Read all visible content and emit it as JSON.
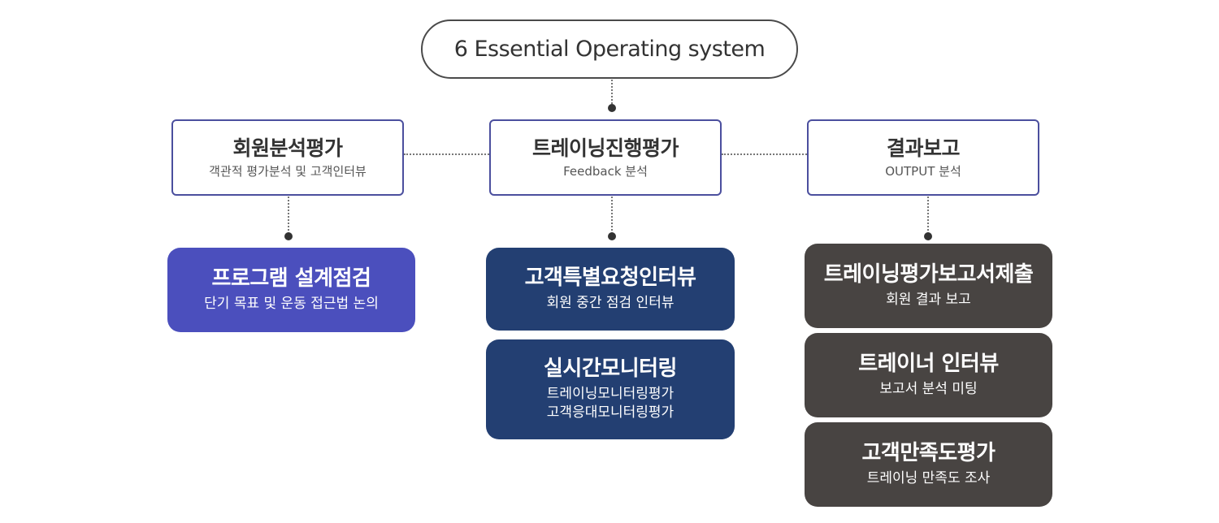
{
  "root": {
    "title": "6 Essential Operating system"
  },
  "colors": {
    "purple": "#4b4fbd",
    "navy": "#233f72",
    "dark_gray": "#484442",
    "box_border": "#4b4f9e",
    "connector": "#777777"
  },
  "categories": [
    {
      "title": "회원분석평가",
      "subtitle": "객관적 평가분석 및 고객인터뷰"
    },
    {
      "title": "트레이닝진행평가",
      "subtitle": "Feedback 분석"
    },
    {
      "title": "결과보고",
      "subtitle": "OUTPUT 분석"
    }
  ],
  "cards": {
    "program_design": {
      "title": "프로그램 설계점검",
      "subtitle": "단기 목표 및 운동 접근법 논의"
    },
    "customer_interview": {
      "title": "고객특별요청인터뷰",
      "subtitle": "회원 중간 점검 인터뷰"
    },
    "realtime_monitoring": {
      "title": "실시간모니터링",
      "lines": [
        "트레이닝모니터링평가",
        "고객응대모니터링평가"
      ]
    },
    "training_report": {
      "title": "트레이닝평가보고서제출",
      "subtitle": "회원 결과 보고"
    },
    "trainer_interview": {
      "title": "트레이너 인터뷰",
      "subtitle": "보고서 분석 미팅"
    },
    "satisfaction": {
      "title": "고객만족도평가",
      "subtitle": "트레이닝 만족도 조사"
    }
  }
}
